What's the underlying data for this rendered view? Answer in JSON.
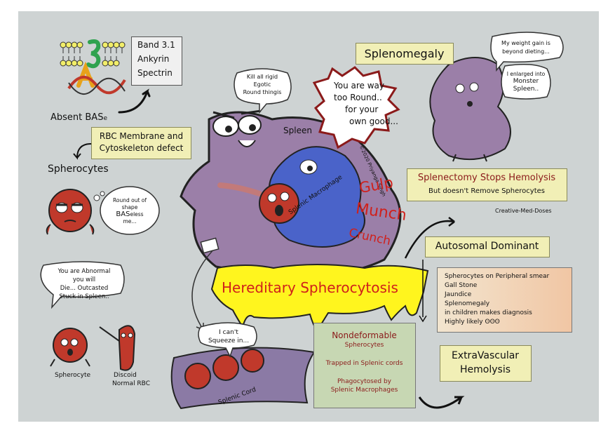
{
  "top_left": {
    "protein_list": [
      "Band 3.1",
      "Ankyrin",
      "Spectrin"
    ],
    "absent_bas": "Absent BAS",
    "absent_bas_suffix": "e",
    "defect_box": "RBC Membrane and Cytoskeleton defect"
  },
  "spherocytes_section": {
    "heading": "Spherocytes",
    "thought_lines": [
      "Round out of",
      "shape",
      "BAS",
      "eless",
      "me..."
    ],
    "speech_lines": [
      "You are Abnormal",
      "you will",
      "Die... Outcasted",
      "Stuck in Spleen.."
    ],
    "label_spherocyte": "Spherocyte",
    "label_discoid": "Discoid",
    "label_normal_rbc": "Normal RBC"
  },
  "spleen": {
    "speech_kill": [
      "Kill all rigid",
      "Egotic",
      "Round thingis"
    ],
    "speech_round": [
      "You are way",
      "too Round..",
      "for your",
      "own good..."
    ],
    "label_spleen": "Spleen",
    "label_macrophage": "Splenic Macrophage",
    "copyright": "©2020 Priyanga Singh",
    "sound_words": [
      "Gulp",
      "Munch",
      "Crunch"
    ]
  },
  "title": "Hereditary Spherocytosis",
  "cord": {
    "speech": [
      "I can't",
      "Squeeze in..."
    ],
    "label": "Splenic Cord"
  },
  "right": {
    "splenomegaly_box": "Splenomegaly",
    "monster_speech_top": [
      "My weight gain is",
      "beyond dieting..."
    ],
    "monster_speech_bottom": [
      "I enlarged into",
      "Monster",
      "Spleen.."
    ],
    "splenectomy_title": "Splenectomy Stops Hemolysis",
    "splenectomy_sub": "But doesn't Remove Spherocytes",
    "credit": "Creative-Med-Doses",
    "autosomal": "Autosomal Dominant",
    "diagnosis_lines": [
      "Spherocytes on Peripheral smear",
      "Gall Stone",
      "Jaundice",
      "Splenomegaly",
      "in children makes diagnosis",
      "Highly likely"
    ],
    "nondeformable_lines": [
      "Nondeformable",
      "Spherocytes",
      "Trapped in Splenic cords",
      "Phagocytosed by",
      "Splenic Macrophages"
    ],
    "extravascular": [
      "ExtraVascular",
      "Hemolysis"
    ]
  },
  "colors": {
    "background": "#ced3d3",
    "spleen_purple": "#9b7fa8",
    "macrophage_blue": "#4a63c9",
    "rbc_red": "#c0392b",
    "title_yellow": "#fff51e",
    "title_red": "#d0201b"
  }
}
